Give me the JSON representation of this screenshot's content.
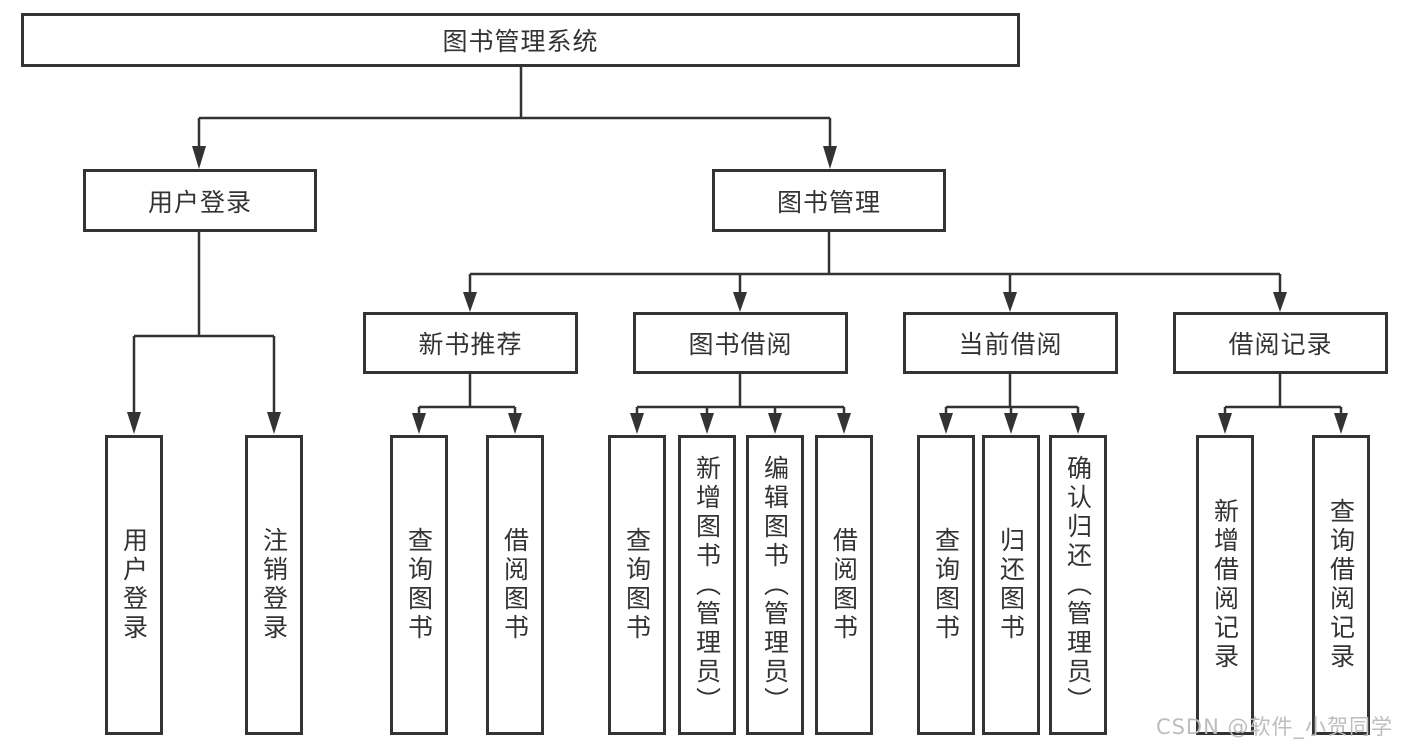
{
  "diagram": {
    "title": "图书管理系统",
    "nodes": {
      "root": "图书管理系统",
      "user_login": "用户登录",
      "book_mgmt": "图书管理",
      "new_books": "新书推荐",
      "book_borrow": "图书借阅",
      "current_borrow": "当前借阅",
      "borrow_records": "借阅记录",
      "leaves": {
        "user_login": [
          "用户登录",
          "注销登录"
        ],
        "new_books": [
          "查询图书",
          "借阅图书"
        ],
        "book_borrow": [
          "查询图书",
          "新增图书（管理员）",
          "编辑图书（管理员）",
          "借阅图书"
        ],
        "current_borrow": [
          "查询图书",
          "归还图书",
          "确认归还（管理员）"
        ],
        "borrow_records": [
          "新增借阅记录",
          "查询借阅记录"
        ]
      }
    }
  },
  "watermark": {
    "text": "CSDN @软件_小贺同学"
  },
  "colors": {
    "line": "#333333",
    "text": "#333333",
    "watermark": "#bfbbbf",
    "background": "#ffffff"
  }
}
